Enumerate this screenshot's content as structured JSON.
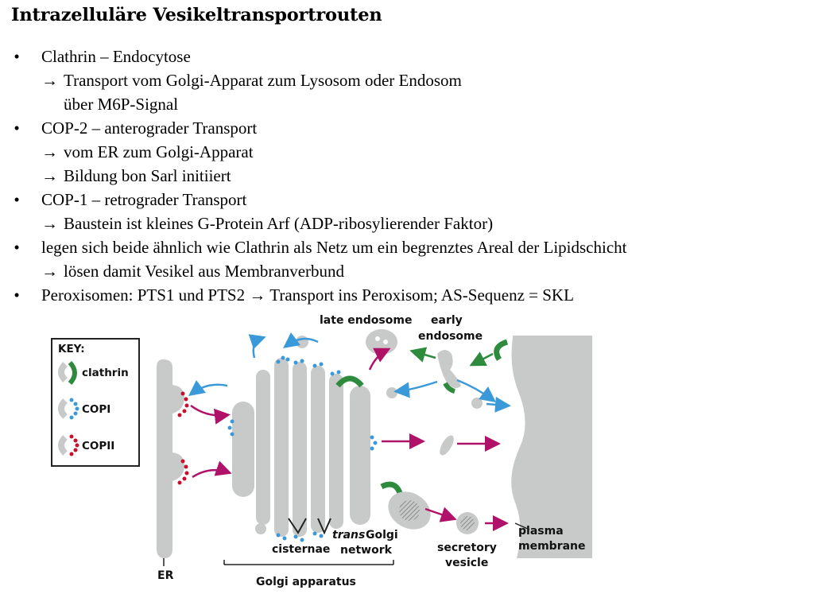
{
  "title": "Intrazelluläre Vesikeltransportrouten",
  "bullets": [
    {
      "main": "Clathrin – Endocytose",
      "subs": [
        {
          "arrow": true,
          "text": "Transport vom Golgi-Apparat zum Lysosom oder Endosom"
        },
        {
          "arrow": false,
          "text": "über M6P-Signal"
        }
      ]
    },
    {
      "main": "COP-2 – anterograder Transport",
      "subs": [
        {
          "arrow": true,
          "text": "vom ER zum Golgi-Apparat"
        },
        {
          "arrow": true,
          "text": "Bildung bon Sarl initiiert"
        }
      ]
    },
    {
      "main": "COP-1 – retrograder Transport",
      "subs": [
        {
          "arrow": true,
          "text": "Baustein ist kleines G-Protein Arf (ADP-ribosylierender Faktor)"
        }
      ]
    },
    {
      "main": "legen sich beide ähnlich wie Clathrin als Netz um ein begrenztes Areal der Lipidschicht",
      "subs": [
        {
          "arrow": true,
          "text": "lösen damit Vesikel aus Membranverbund"
        }
      ]
    },
    {
      "main_before": "Peroxisomen: PTS1 und PTS2",
      "main_after": "Transport ins Peroxisom; AS-Sequenz = SKL"
    }
  ],
  "arrow_glyph": "→",
  "bullet_glyph": "•",
  "figure": {
    "key": {
      "heading": "KEY:",
      "items": [
        "clathrin",
        "COPI",
        "COPII"
      ]
    },
    "labels": {
      "late_endosome": "late endosome",
      "early": "early",
      "endosome": "endosome",
      "cisternae": "cisternae",
      "trans": "trans",
      "golgi": "Golgi",
      "network": "network",
      "secretory": "secretory",
      "vesicle": "vesicle",
      "plasma": "plasma",
      "membrane": "membrane",
      "er": "ER",
      "golgi_apparatus": "Golgi apparatus"
    },
    "colors": {
      "organelle": "#c8c9c9",
      "clathrin": "#2e8b3e",
      "copi": "#3a9ad9",
      "copii": "#c8102e",
      "anterograde_arrow": "#b0126a",
      "retrograde_arrow": "#3a9ad9",
      "endocytic_arrow": "#2e8b3e"
    }
  }
}
